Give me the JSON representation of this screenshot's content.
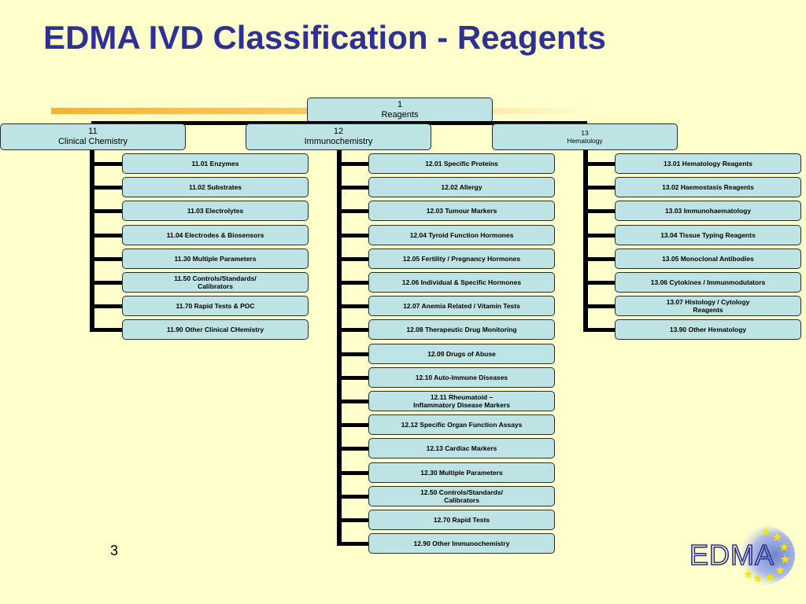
{
  "title": "EDMA IVD Classification - Reagents",
  "page_number": "3",
  "root": {
    "code": "1",
    "label": "Reagents"
  },
  "categories": [
    {
      "code": "11",
      "label": "Clinical Chemistry",
      "items": [
        [
          "11.01 Enzymes"
        ],
        [
          "11.02 Substrates"
        ],
        [
          "11.03 Electrolytes"
        ],
        [
          "11.04 Electrodes & Biosensors"
        ],
        [
          "11.30 Multiple Parameters"
        ],
        [
          "11.50 Controls/Standards/",
          "Calibrators"
        ],
        [
          "11.70 Rapid Tests & POC"
        ],
        [
          "11.90 Other Clinical CHemistry"
        ]
      ]
    },
    {
      "code": "12",
      "label": "Immunochemistry",
      "items": [
        [
          "12.01 Specific Proteins"
        ],
        [
          "12.02 Allergy"
        ],
        [
          "12.03 Tumour Markers"
        ],
        [
          "12.04 Tyroid Function Hormones"
        ],
        [
          "12.05 Fertility / Pregnancy Hormones"
        ],
        [
          "12.06 Individual & Specific Hormones"
        ],
        [
          "12.07 Anemia Related / Vitamin Tests"
        ],
        [
          "12.08 Therapeutic Drug Monitoring"
        ],
        [
          "12.09 Drugs of Abuse"
        ],
        [
          "12.10 Auto-Immune Diseases"
        ],
        [
          "12.11 Rheumatoid –",
          "Inflammatory Disease Markers"
        ],
        [
          "12.12 Specific Organ Function Assays"
        ],
        [
          "12.13 Cardiac Markers"
        ],
        [
          "12.30 Multiple Parameters"
        ],
        [
          "12.50 Controls/Standards/",
          "Calibrators"
        ],
        [
          "12.70 Rapid Tests"
        ],
        [
          "12.90 Other Immunochemistry"
        ]
      ]
    },
    {
      "code": "13",
      "label": "Hematology",
      "items": [
        [
          "13.01 Hematology Reagents"
        ],
        [
          "13.02 Haemostasis Reagents"
        ],
        [
          "13.03 Immunohaematology"
        ],
        [
          "13.04 Tissue Typing Reagents"
        ],
        [
          "13.05 Monoclonal Antibodies"
        ],
        [
          "13.06 Cytokines / Immunmodulators"
        ],
        [
          "13.07 Histology / Cytology",
          "Reagents"
        ],
        [
          "13.90 Other Hematology"
        ]
      ]
    }
  ],
  "logo": {
    "text": "EDMA",
    "colors": {
      "blue": "#2e3192",
      "star": "#f5e400"
    }
  },
  "colors": {
    "title": "#2e3192",
    "box_fill": "#bde3e5",
    "background": "#ffffcc"
  }
}
